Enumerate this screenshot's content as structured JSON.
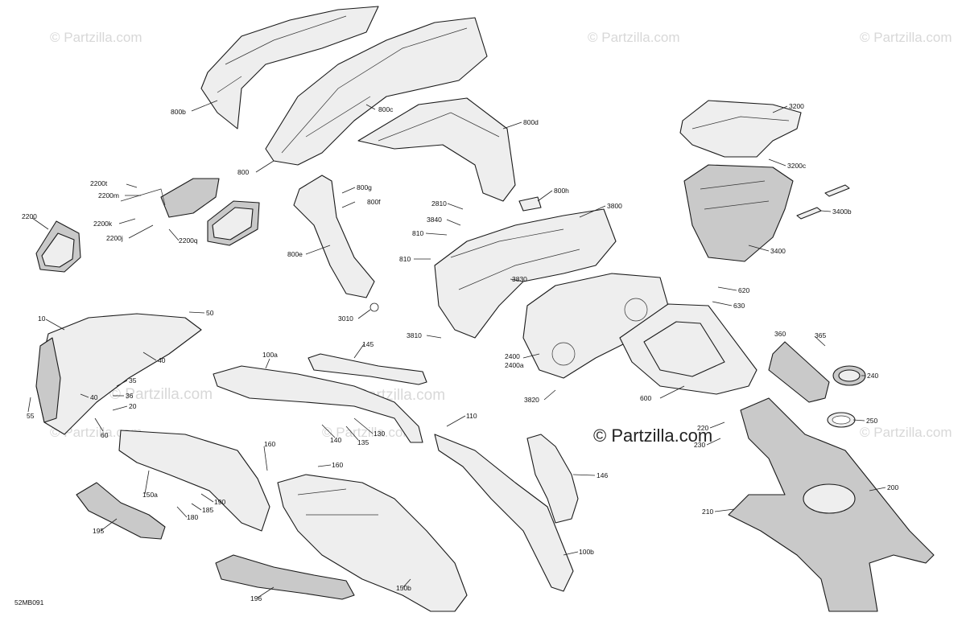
{
  "watermarks": {
    "small": "© Partzilla.com",
    "large": "© Partzilla.com"
  },
  "diagram_code": "52MB091",
  "callouts": {
    "c800b": "800b",
    "c800c": "800c",
    "c800": "800",
    "c800d": "800d",
    "c800g": "800g",
    "c800f": "800f",
    "c800e": "800e",
    "c800h": "800h",
    "c2200t": "2200t",
    "c2200m": "2200m",
    "c2200": "2200",
    "c2200k": "2200k",
    "c2200j": "2200j",
    "c2200q": "2200q",
    "c2810": "2810",
    "c3840": "3840",
    "c810a": "810",
    "c810b": "810",
    "c3800": "3800",
    "c3830": "3830",
    "c3810": "3810",
    "c3010": "3010",
    "c3200": "3200",
    "c3200c": "3200c",
    "c3400b": "3400b",
    "c3400": "3400",
    "c620": "620",
    "c630": "630",
    "c2400": "2400",
    "c2400a": "2400a",
    "c3820": "3820",
    "c600": "600",
    "c360": "360",
    "c365": "365",
    "c240": "240",
    "c250": "250",
    "c220": "220",
    "c230": "230",
    "c200": "200",
    "c210": "210",
    "c10": "10",
    "c50": "50",
    "c40a": "40",
    "c35": "35",
    "c40b": "40",
    "c36": "36",
    "c20": "20",
    "c55": "55",
    "c60": "60",
    "c100a": "100a",
    "c145": "145",
    "c140": "140",
    "c135": "135",
    "c130": "130",
    "c110": "110",
    "c160a": "160",
    "c160b": "160",
    "c146": "146",
    "c150a": "150a",
    "c190": "190",
    "c185": "185",
    "c180": "180",
    "c195": "195",
    "c196": "196",
    "c150b": "150b",
    "c100b": "100b"
  }
}
